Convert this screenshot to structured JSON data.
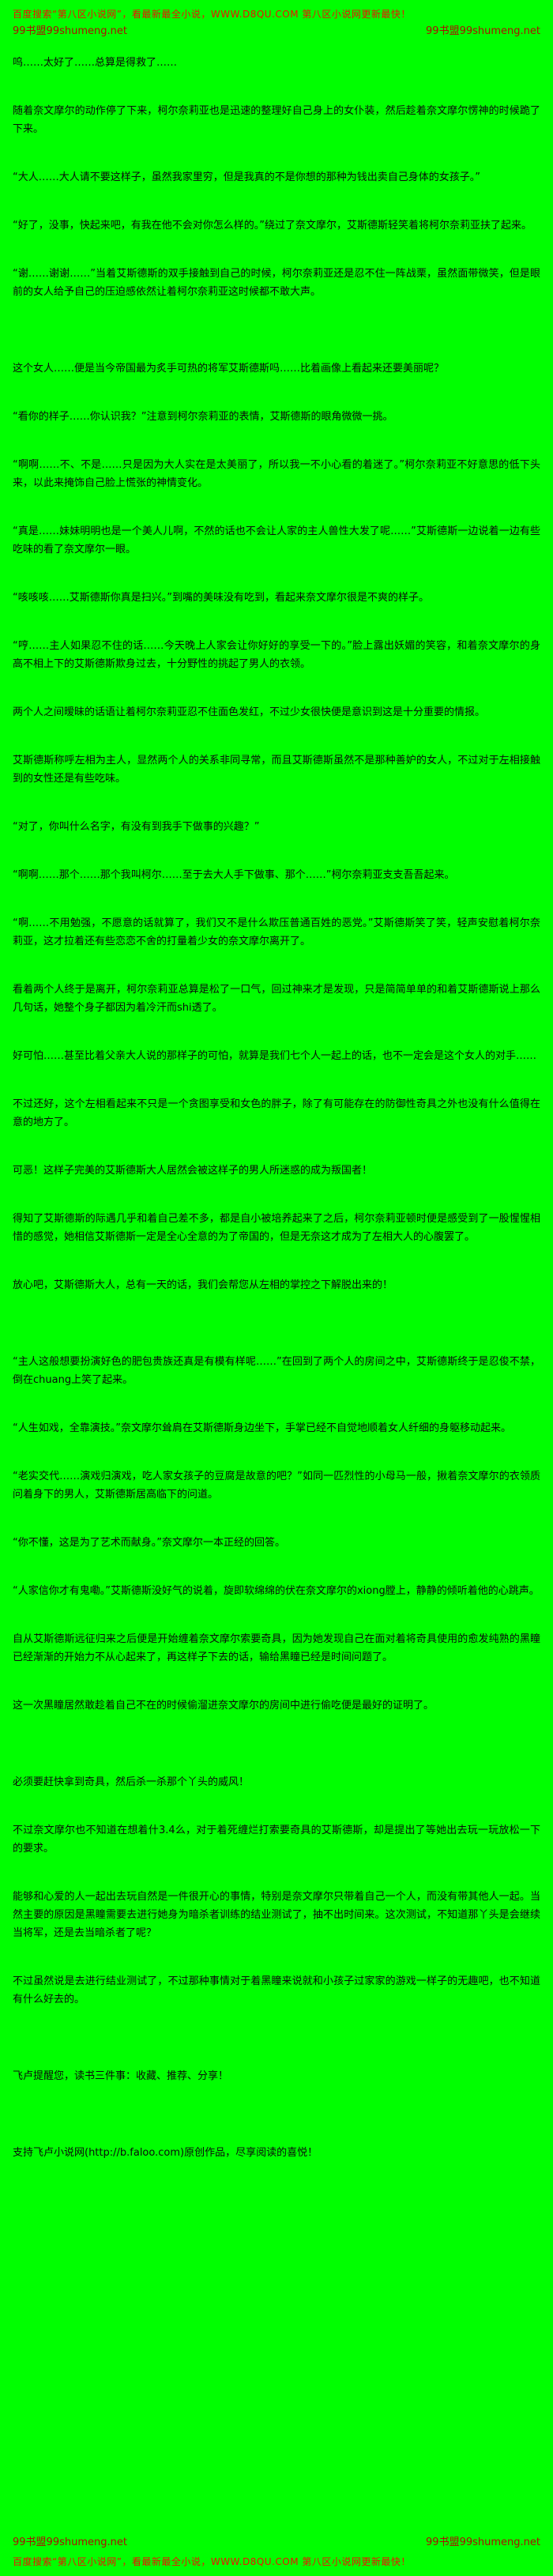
{
  "colors": {
    "background": "#00ff00",
    "body_text": "#0b0b0b",
    "promo_red": "#ee1100",
    "site_red": "#aa1100"
  },
  "header": {
    "promo": "百度搜索“第八区小说网”，看最新最全小说，WWW.D8QU.COM 第八区小说网更新最快！",
    "site_left": "99书盟99shumeng.net",
    "site_right": "99书盟99shumeng.net"
  },
  "content": {
    "paragraphs": [
      "呜……太好了……总算是得救了……",
      "随着奈文摩尔的动作停了下来，柯尔奈莉亚也是迅速的整理好自己身上的女仆装，然后趁着奈文摩尔愣神的时候跪了下来。",
      "“大人……大人请不要这样子，虽然我家里穷，但是我真的不是你想的那种为钱出卖自己身体的女孩子。”",
      "“好了，没事，快起来吧，有我在他不会对你怎么样的。”绕过了奈文摩尔，艾斯德斯轻笑着将柯尔奈莉亚扶了起来。",
      "“谢……谢谢……”当着艾斯德斯的双手接触到自己的时候，柯尔奈莉亚还是忍不住一阵战栗，虽然面带微笑，但是眼前的女人给予自己的压迫感依然让着柯尔奈莉亚这时候都不敢大声。",
      "这个女人……便是当今帝国最为炙手可热的将军艾斯德斯吗……比着画像上看起来还要美丽呢？",
      "“看你的样子……你认识我？”注意到柯尔奈莉亚的表情，艾斯德斯的眼角微微一挑。",
      "“啊啊……不、不是……只是因为大人实在是太美丽了，所以我一不小心看的着迷了。”柯尔奈莉亚不好意思的低下头来，以此来掩饰自己脸上慌张的神情变化。",
      "“真是……妹妹明明也是一个美人儿啊，不然的话也不会让人家的主人兽性大发了呢……”艾斯德斯一边说着一边有些吃味的看了奈文摩尔一眼。",
      "“咳咳咳……艾斯德斯你真是扫兴。”到嘴的美味没有吃到，看起来奈文摩尔很是不爽的样子。",
      "“哼……主人如果忍不住的话……今天晚上人家会让你好好的享受一下的。”脸上露出妖媚的笑容，和着奈文摩尔的身高不相上下的艾斯德斯欺身过去，十分野性的挑起了男人的衣领。",
      "两个人之间暧昧的话语让着柯尔奈莉亚忍不住面色发红，不过少女很快便是意识到这是十分重要的情报。",
      "艾斯德斯称呼左相为主人，显然两个人的关系非同寻常，而且艾斯德斯虽然不是那种善妒的女人，不过对于左相接触到的女性还是有些吃味。",
      "“对了，你叫什么名字，有没有到我手下做事的兴趣？”",
      "“啊啊……那个……那个我叫柯尔……至于去大人手下做事、那个……”柯尔奈莉亚支支吾吾起来。",
      "“啊……不用勉强，不愿意的话就算了，我们又不是什么欺压普通百姓的恶党。”艾斯德斯笑了笑，轻声安慰着柯尔奈莉亚，这才拉着还有些恋恋不舍的打量着少女的奈文摩尔离开了。",
      "看着两个人终于是离开，柯尔奈莉亚总算是松了一口气，回过神来才是发现，只是简简单单的和着艾斯德斯说上那么几句话，她整个身子都因为着冷汗而shi透了。",
      "好可怕……甚至比着父亲大人说的那样子的可怕，就算是我们七个人一起上的话，也不一定会是这个女人的对手……",
      "不过还好，这个左相看起来不只是一个贪图享受和女色的胖子，除了有可能存在的防御性奇具之外也没有什么值得在意的地方了。",
      "可恶！这样子完美的艾斯德斯大人居然会被这样子的男人所迷惑的成为叛国者！",
      "得知了艾斯德斯的际遇几乎和着自己差不多，都是自小被培养起来了之后，柯尔奈莉亚顿时便是感受到了一股惺惺相惜的感觉，她相信艾斯德斯一定是全心全意的为了帝国的，但是无奈这才成为了左相大人的心腹罢了。",
      "放心吧，艾斯德斯大人，总有一天的话，我们会帮您从左相的掌控之下解脱出来的！",
      "“主人这般想要扮演好色的肥包贵族还真是有模有样呢……”在回到了两个人的房间之中，艾斯德斯终于是忍俊不禁，倒在chuang上笑了起来。",
      "“人生如戏，全靠演技。”奈文摩尔耸肩在艾斯德斯身边坐下，手掌已经不自觉地顺着女人纤细的身躯移动起来。",
      "“老实交代……演戏归演戏，吃人家女孩子的豆腐是故意的吧？”如同一匹烈性的小母马一般，揪着奈文摩尔的衣领质问着身下的男人，艾斯德斯居高临下的问道。",
      "“你不懂，这是为了艺术而献身。”奈文摩尔一本正经的回答。",
      "“人家信你才有鬼嘞。”艾斯德斯没好气的说着，旋即软绵绵的伏在奈文摩尔的xiong膛上，静静的倾听着他的心跳声。",
      "自从艾斯德斯远征归来之后便是开始缠着奈文摩尔索要奇具，因为她发现自己在面对着将奇具使用的愈发纯熟的黑瞳已经渐渐的开始力不从心起来了，再这样子下去的话，输给黑瞳已经是时间问题了。",
      "这一次黑瞳居然敢趁着自己不在的时候偷溜进奈文摩尔的房间中进行偷吃便是最好的证明了。",
      "必须要赶快拿到奇具，然后杀一杀那个丫头的威风！",
      "不过奈文摩尔也不知道在想着什3.4么，对于着死缠烂打索要奇具的艾斯德斯，却是提出了等她出去玩一玩放松一下的要求。",
      "能够和心爱的人一起出去玩自然是一件很开心的事情，特别是奈文摩尔只带着自己一个人，而没有带其他人一起。当然主要的原因是黑瞳需要去进行她身为暗杀者训练的结业测试了，抽不出时间来。这次测试，不知道那丫头是会继续当将军，还是去当暗杀者了呢？",
      "不过虽然说是去进行结业测试了，不过那种事情对于着黑瞳来说就和小孩子过家家的游戏一样子的无趣吧，也不知道有什么好去的。",
      "飞卢提醒您，读书三件事：收藏、推荐、分享！",
      "支持飞卢小说网(http://b.faloo.com)原创作品，尽享阅读的喜悦！"
    ]
  },
  "footer": {
    "site_left": "99书盟99shumeng.net",
    "site_right": "99书盟99shumeng.net",
    "promo": "百度搜索“第八区小说网”，看最新最全小说，WWW.D8QU.COM 第八区小说网更新最快！"
  }
}
